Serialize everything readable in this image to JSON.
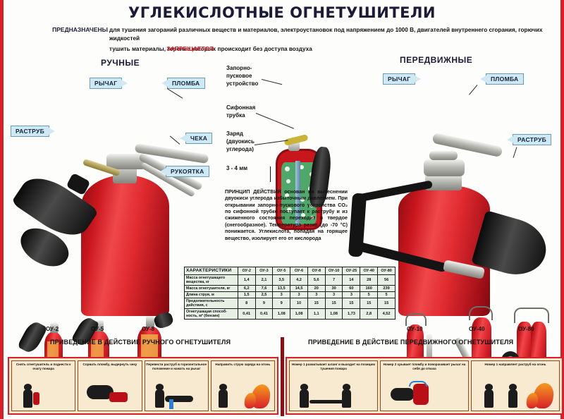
{
  "poster": {
    "title": "УГЛЕКИСЛОТНЫЕ ОГНЕТУШИТЕЛИ",
    "accent_red": "#d8202a",
    "callout_blue": "#cfe9f4"
  },
  "purpose": {
    "designated_key": "ПРЕДНАЗНАЧЕНЫ",
    "designated_text": "для тушения загораний различных веществ и материалов, электроустановок под напряжением до 1000 В, двигателей внутреннего сгорания, горючих жидкостей",
    "forbidden_key": "ЗАПРЕЩАЕТСЯ",
    "forbidden_text": "тушить материалы, горение которых происходит без доступа воздуха"
  },
  "sections": {
    "manual": "РУЧНЫЕ",
    "mobile": "ПЕРЕДВИЖНЫЕ"
  },
  "manual_callouts": {
    "lever": "РЫЧАГ",
    "seal": "ПЛОМБА",
    "horn": "РАСТРУБ",
    "pin": "ЧЕКА",
    "handle": "РУКОЯТКА"
  },
  "mobile_callouts": {
    "lever": "РЫЧАГ",
    "seal": "ПЛОМБА",
    "horn": "РАСТРУБ"
  },
  "cutaway": {
    "shutoff": "Запорно-\nпусковое\nустройство",
    "siphon": "Сифонная\nтрубка",
    "charge": "Заряд\n(двуокись\nуглерода)",
    "gap": "3 - 4 мм"
  },
  "principle": {
    "heading": "ПРИНЦИП ДЕЙСТВИЯ",
    "text": " основан на вытеснении двуокиси углерода избыточным давлением. При открывании запорно-пускового устройства CO₂ по сифонной трубке поступает к раструбу и из сжиженного состояния переходит в твердое (снегообразное). Температура резко (до -70 °С) понижается. Углекислота, попадая на горящее вещество, изолирует его от кислорода"
  },
  "models_manual": [
    "ОУ-2",
    "ОУ-5",
    "ОУ-8"
  ],
  "models_mobile": [
    "ОУ-10",
    "ОУ-40",
    "ОУ-80"
  ],
  "spec_table": {
    "corner": "ХАРАКТЕРИСТИКИ",
    "columns": [
      "ОУ-2",
      "ОУ-3",
      "ОУ-5",
      "ОУ-6",
      "ОУ-8",
      "ОУ-10",
      "ОУ-25",
      "ОУ-40",
      "ОУ-80"
    ],
    "rows": [
      {
        "label": "Масса огнетушащего вещества, кг",
        "values": [
          "1,4",
          "2,1",
          "3,5",
          "4,2",
          "5,6",
          "7",
          "14",
          "28",
          "56"
        ]
      },
      {
        "label": "Масса огнетушителя, кг",
        "values": [
          "6,2",
          "7,6",
          "13,5",
          "14,5",
          "20",
          "30",
          "60",
          "160",
          "239"
        ]
      },
      {
        "label": "Длина струи, м",
        "values": [
          "1,5",
          "2,5",
          "3",
          "3",
          "3",
          "3",
          "3",
          "5",
          "5"
        ]
      },
      {
        "label": "Продолжительность действия, с",
        "values": [
          "8",
          "9",
          "9",
          "10",
          "15",
          "15",
          "15",
          "15",
          "15"
        ]
      },
      {
        "label": "Огнетушащая способ-ность, м² (бензин)",
        "values": [
          "0,41",
          "0,41",
          "1,08",
          "1,08",
          "1,1",
          "1,08",
          "1,73",
          "2,8",
          "4,52"
        ]
      }
    ]
  },
  "instructions_manual": {
    "heading": "ПРИВЕДЕНИЕ В ДЕЙСТВИЕ РУЧНОГО ОГНЕТУШИТЕЛЯ",
    "steps": [
      "Снять огнетушитель и поднести к очагу пожара",
      "Сорвать пломбу, выдернуть чеку",
      "Перевести раструб в горизонтальное положение и нажать на рычаг",
      "Направить струю заряда на огонь"
    ]
  },
  "instructions_mobile": {
    "heading": "ПРИВЕДЕНИЕ В ДЕЙСТВИЕ ПЕРЕДВИЖНОГО ОГНЕТУШИТЕЛЯ",
    "steps": [
      "Номер 1 разматывает шланг и выходит на позицию тушения пожара",
      "Номер 2 срывает пломбу и поворачивает рычаг на себя до отказа",
      "Номер 1 направляет раструб на огонь"
    ]
  }
}
